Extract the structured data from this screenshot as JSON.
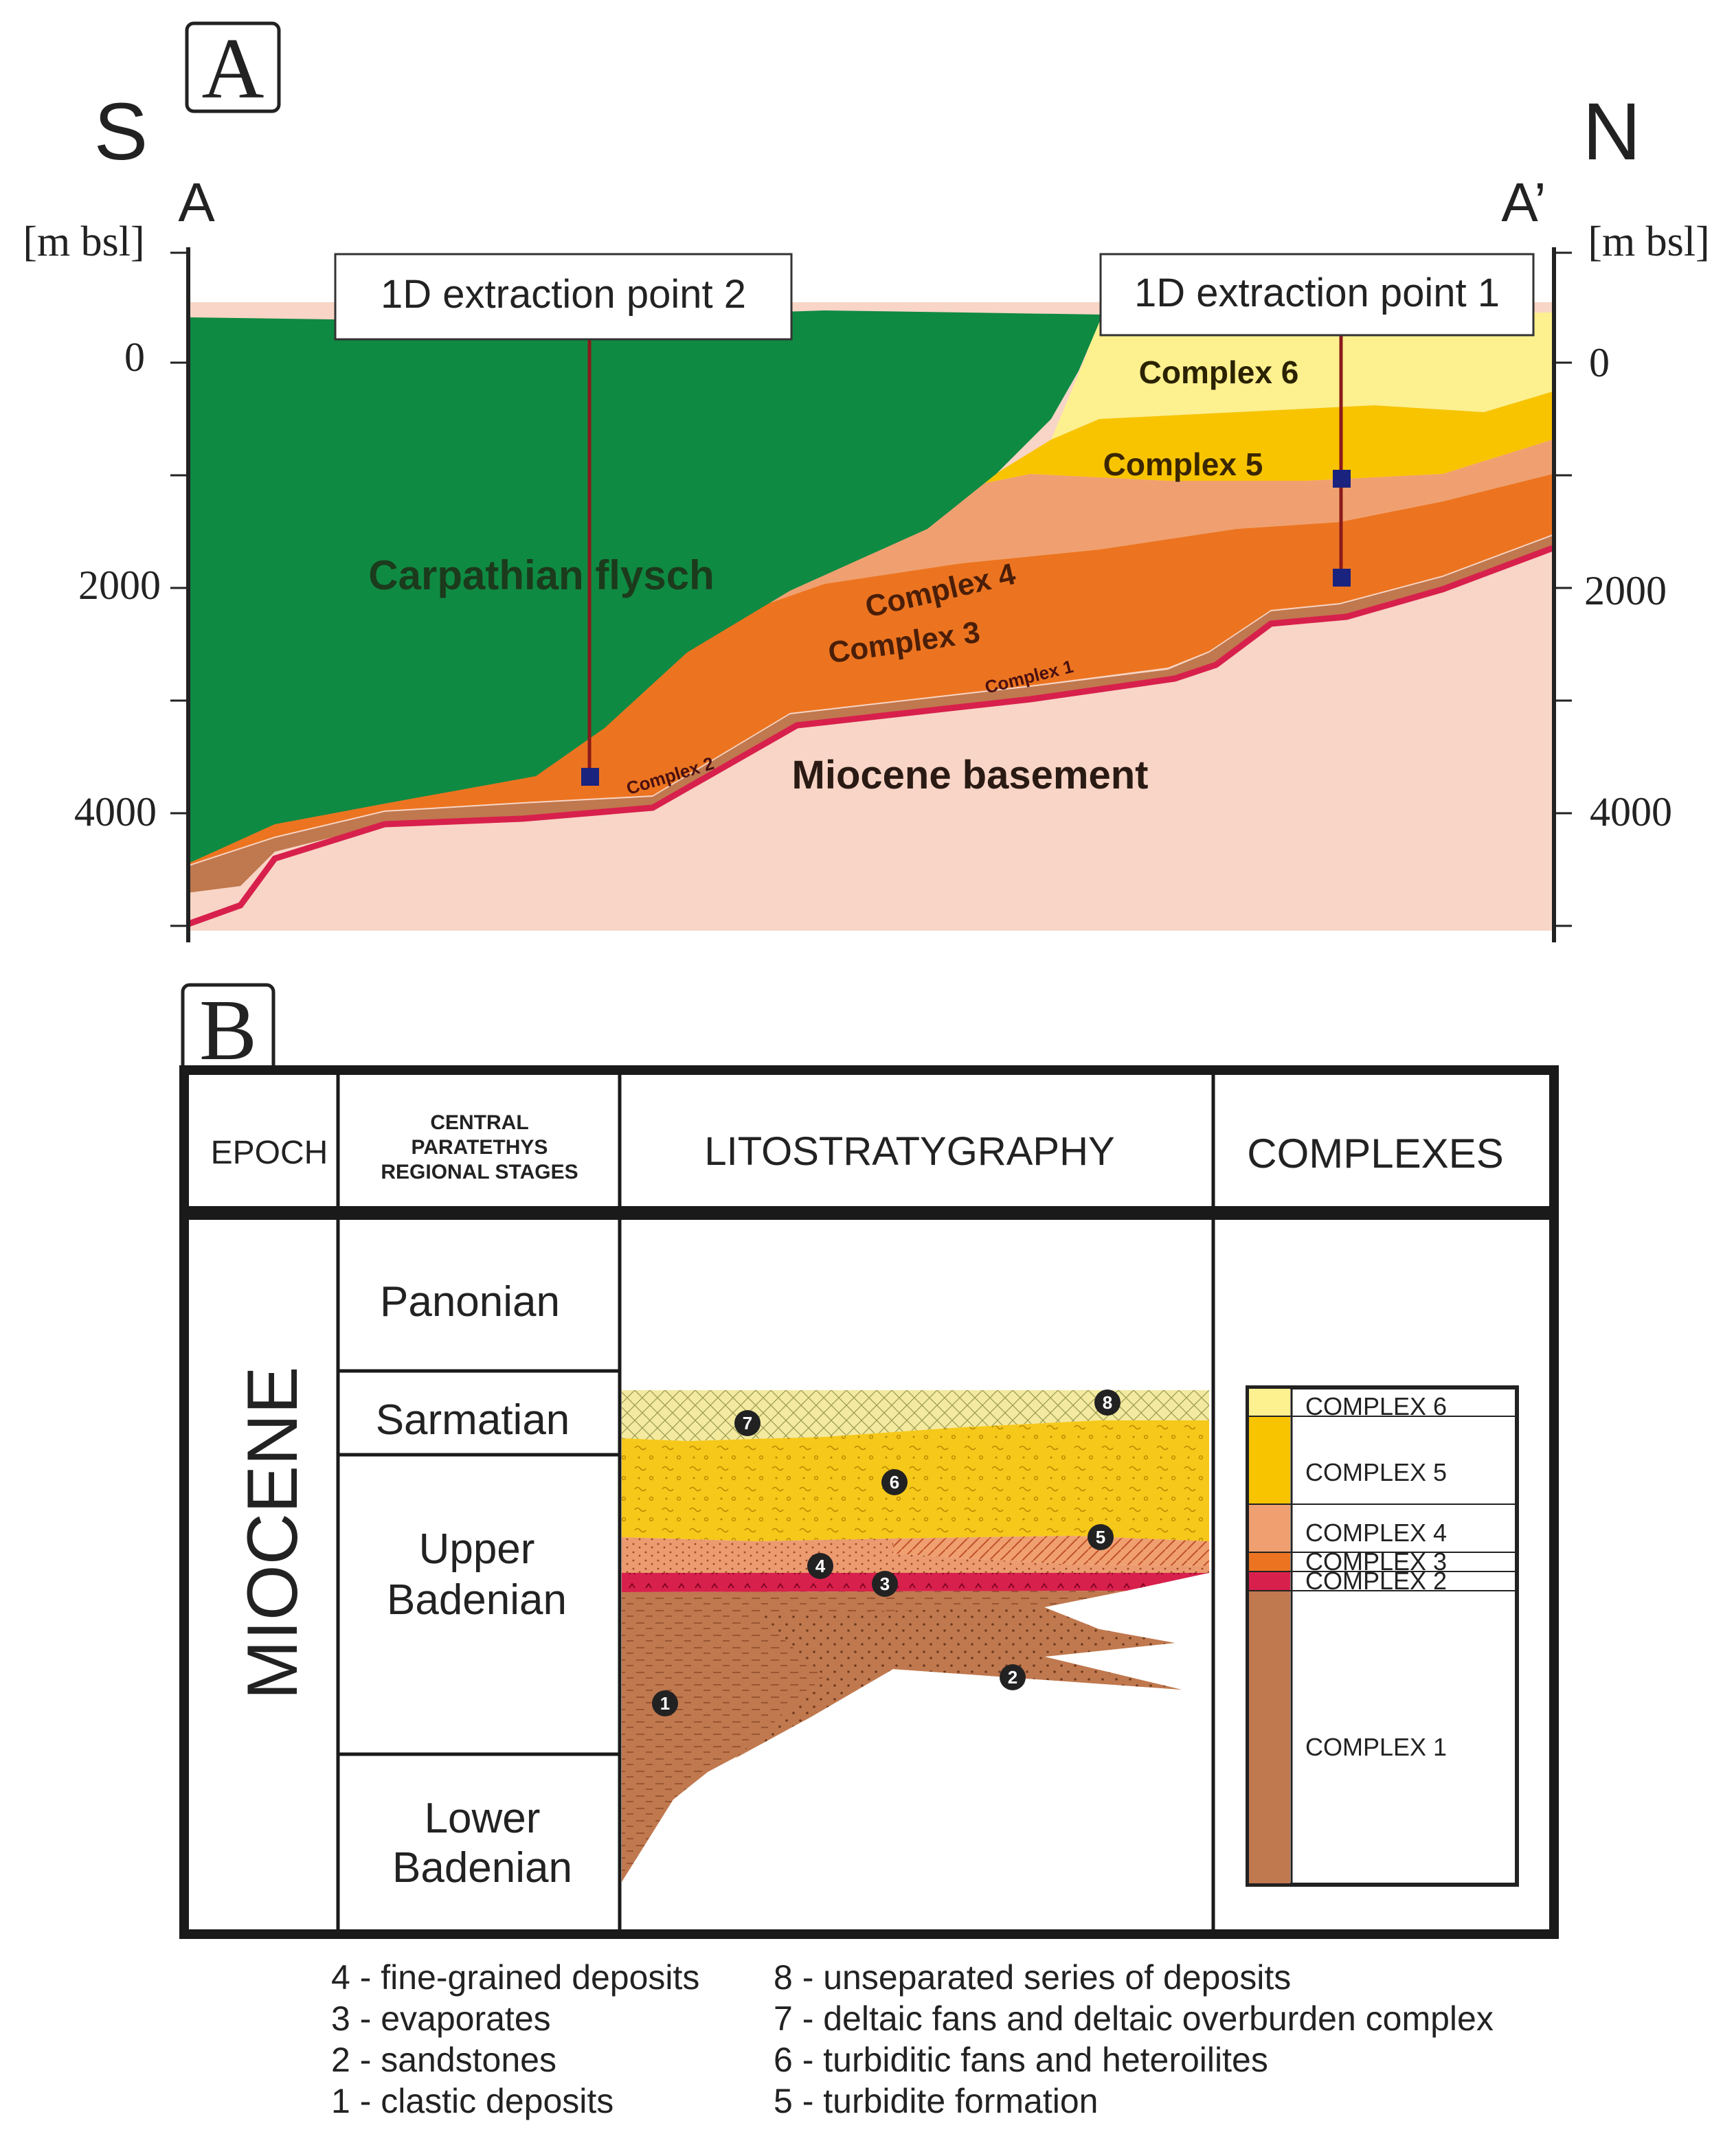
{
  "panel_a": {
    "label": "A",
    "dir_left": "S",
    "dir_right": "N",
    "end_left": "A",
    "end_right": "A’",
    "axis_unit_left": "[m bsl]",
    "axis_unit_right": "[m bsl]",
    "ticks_left": [
      "0",
      "2000",
      "4000"
    ],
    "ticks_right": [
      "0",
      "2000",
      "4000"
    ],
    "extraction_point_2": "1D extraction point 2",
    "extraction_point_1": "1D extraction point 1",
    "labels": {
      "flysch": "Carpathian flysch",
      "basement": "Miocene basement",
      "complex6": "Complex 6",
      "complex5": "Complex 5",
      "complex4": "Complex 4",
      "complex3": "Complex 3",
      "complex2": "Complex 2",
      "complex1": "Complex 1"
    },
    "colors": {
      "flysch": "#0f8a43",
      "basement": "#f8d5c6",
      "complex6": "#fdf08e",
      "complex5": "#f8c400",
      "complex4": "#f0a070",
      "complex3": "#ec7420",
      "complex2": "#d8204c",
      "complex1": "#c0784e"
    }
  },
  "panel_b": {
    "label": "B",
    "headers": {
      "epoch": "EPOCH",
      "stages": "CENTRAL PARATETHYS REGIONAL STAGES",
      "stages_lines": [
        "CENTRAL",
        "PARATETHYS",
        "REGIONAL STAGES"
      ],
      "litho": "LITOSTRATYGRAPHY",
      "complexes": "COMPLEXES"
    },
    "epoch": "MIOCENE",
    "stages": {
      "panonian": "Panonian",
      "sarmatian": "Sarmatian",
      "upper_badenian": [
        "Upper",
        "Badenian"
      ],
      "lower_badenian": [
        "Lower",
        "Badenian"
      ]
    },
    "complex_labels": {
      "c6": "COMPLEX 6",
      "c5": "COMPLEX 5",
      "c4": "COMPLEX 4",
      "c3": "COMPLEX 3",
      "c2": "COMPLEX 2",
      "c1": "COMPLEX 1"
    },
    "markers": [
      "1",
      "2",
      "3",
      "4",
      "5",
      "6",
      "7",
      "8"
    ]
  },
  "legend": {
    "left": [
      "4 - fine-grained deposits",
      "3 - evaporates",
      "2 - sandstones",
      "1 - clastic deposits"
    ],
    "right": [
      "8 - unseparated series of deposits",
      "7 - deltaic fans and deltaic overburden complex",
      "6 - turbiditic fans and heteroilites",
      "5 - turbidite formation"
    ]
  }
}
